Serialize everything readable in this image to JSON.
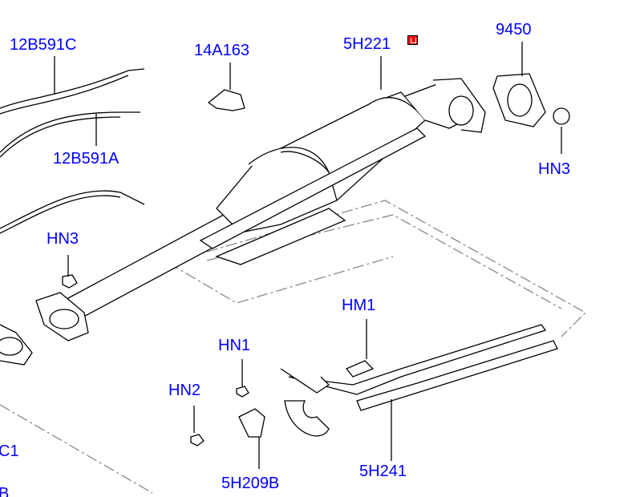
{
  "labels": {
    "l12B591C": "12B591C",
    "l14A163": "14A163",
    "l5H221": "5H221",
    "l9450": "9450",
    "l12B591A": "12B591A",
    "lHN3a": "HN3",
    "lHN3b": "HN3",
    "lHM1": "HM1",
    "lHN1": "HN1",
    "lHN2": "HN2",
    "lC1": "C1",
    "l5H209B": "5H209B",
    "l5H241": "5H241",
    "lB": "B"
  },
  "icons": {
    "note": "note-icon"
  },
  "colors": {
    "label": "#0000ff",
    "note": "#ee0000",
    "line": "#000000"
  }
}
